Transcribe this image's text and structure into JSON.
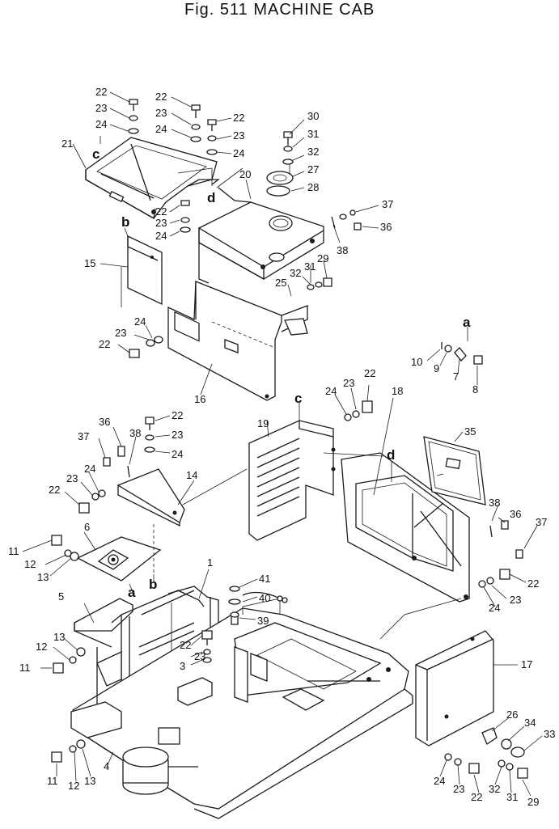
{
  "title": "Fig. 511 MACHINE CAB",
  "callouts": [
    {
      "id": "c1",
      "text": "22"
    },
    {
      "id": "c2",
      "text": "23"
    },
    {
      "id": "c3",
      "text": "24"
    },
    {
      "id": "c4",
      "text": "21"
    },
    {
      "id": "c5",
      "text": "c"
    },
    {
      "id": "c6",
      "text": "22"
    },
    {
      "id": "c7",
      "text": "23"
    },
    {
      "id": "c8",
      "text": "24"
    },
    {
      "id": "c9",
      "text": "22"
    },
    {
      "id": "c10",
      "text": "23"
    },
    {
      "id": "c11",
      "text": "24"
    },
    {
      "id": "c12",
      "text": "d"
    },
    {
      "id": "c13",
      "text": "20"
    },
    {
      "id": "c14",
      "text": "22"
    },
    {
      "id": "c15",
      "text": "23"
    },
    {
      "id": "c16",
      "text": "24"
    },
    {
      "id": "c17",
      "text": "b"
    },
    {
      "id": "c18",
      "text": "15"
    },
    {
      "id": "c19",
      "text": "30"
    },
    {
      "id": "c20",
      "text": "31"
    },
    {
      "id": "c21",
      "text": "32"
    },
    {
      "id": "c22",
      "text": "27"
    },
    {
      "id": "c23",
      "text": "28"
    },
    {
      "id": "c24",
      "text": "37"
    },
    {
      "id": "c25",
      "text": "36"
    },
    {
      "id": "c26",
      "text": "38"
    },
    {
      "id": "c27",
      "text": "29"
    },
    {
      "id": "c28",
      "text": "32"
    },
    {
      "id": "c29",
      "text": "31"
    },
    {
      "id": "c30",
      "text": "25"
    },
    {
      "id": "c31",
      "text": "24"
    },
    {
      "id": "c32",
      "text": "23"
    },
    {
      "id": "c33",
      "text": "22"
    },
    {
      "id": "c34",
      "text": "16"
    },
    {
      "id": "c35",
      "text": "a"
    },
    {
      "id": "c36",
      "text": "10"
    },
    {
      "id": "c37",
      "text": "9"
    },
    {
      "id": "c38",
      "text": "7"
    },
    {
      "id": "c39",
      "text": "8"
    },
    {
      "id": "c40",
      "text": "c"
    },
    {
      "id": "c41",
      "text": "23"
    },
    {
      "id": "c42",
      "text": "22"
    },
    {
      "id": "c43",
      "text": "24"
    },
    {
      "id": "c44",
      "text": "18"
    },
    {
      "id": "c45",
      "text": "d"
    },
    {
      "id": "c46",
      "text": "19"
    },
    {
      "id": "c47",
      "text": "35"
    },
    {
      "id": "c48",
      "text": "36"
    },
    {
      "id": "c49",
      "text": "38"
    },
    {
      "id": "c50",
      "text": "37"
    },
    {
      "id": "c51",
      "text": "22"
    },
    {
      "id": "c52",
      "text": "23"
    },
    {
      "id": "c53",
      "text": "24"
    },
    {
      "id": "c54",
      "text": "24"
    },
    {
      "id": "c55",
      "text": "23"
    },
    {
      "id": "c56",
      "text": "22"
    },
    {
      "id": "c57",
      "text": "14"
    },
    {
      "id": "c58",
      "text": "38"
    },
    {
      "id": "c59",
      "text": "36"
    },
    {
      "id": "c60",
      "text": "37"
    },
    {
      "id": "c61",
      "text": "6"
    },
    {
      "id": "c62",
      "text": "11"
    },
    {
      "id": "c63",
      "text": "12"
    },
    {
      "id": "c64",
      "text": "13"
    },
    {
      "id": "c65",
      "text": "a"
    },
    {
      "id": "c66",
      "text": "b"
    },
    {
      "id": "c67",
      "text": "1"
    },
    {
      "id": "c68",
      "text": "41"
    },
    {
      "id": "c69",
      "text": "40"
    },
    {
      "id": "c70",
      "text": "39"
    },
    {
      "id": "c71",
      "text": "5"
    },
    {
      "id": "c72",
      "text": "22"
    },
    {
      "id": "c73",
      "text": "23"
    },
    {
      "id": "c74",
      "text": "3"
    },
    {
      "id": "c75",
      "text": "13"
    },
    {
      "id": "c76",
      "text": "12"
    },
    {
      "id": "c77",
      "text": "11"
    },
    {
      "id": "c78",
      "text": "17"
    },
    {
      "id": "c79",
      "text": "26"
    },
    {
      "id": "c80",
      "text": "34"
    },
    {
      "id": "c81",
      "text": "33"
    },
    {
      "id": "c82",
      "text": "4"
    },
    {
      "id": "c83",
      "text": "11"
    },
    {
      "id": "c84",
      "text": "12"
    },
    {
      "id": "c85",
      "text": "13"
    },
    {
      "id": "c86",
      "text": "24"
    },
    {
      "id": "c87",
      "text": "23"
    },
    {
      "id": "c88",
      "text": "22"
    },
    {
      "id": "c89",
      "text": "32"
    },
    {
      "id": "c90",
      "text": "31"
    },
    {
      "id": "c91",
      "text": "29"
    }
  ]
}
